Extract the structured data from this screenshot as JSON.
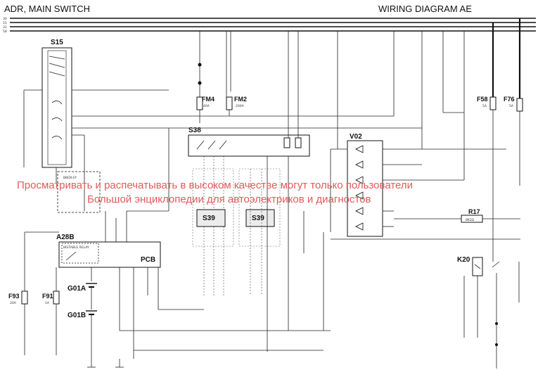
{
  "header": {
    "left_title": "ADR, MAIN SWITCH",
    "right_title": "WIRING DIAGRAM AE"
  },
  "rail_labels": [
    "30",
    "15",
    "31",
    "58"
  ],
  "components": {
    "s15": "S15",
    "fm4": "FM4",
    "fm4_rating": "40A",
    "fm2": "FM2",
    "fm2_rating": "200A",
    "s38": "S38",
    "v02": "V02",
    "f58": "F58",
    "f58_rating": "5A",
    "f76": "F76",
    "f76_rating": "5A",
    "bbox": "BBOX-EF",
    "a28b": "A28B",
    "bistable_relay": "BISTABLE RELAY",
    "pcb": "PCB",
    "s39a": "S39",
    "s39b": "S39",
    "r17": "R17",
    "r17_value": "8K2Ω",
    "k20": "K20",
    "f93": "F93",
    "f93_rating": "20A",
    "f91": "F91",
    "f91_rating": "1A",
    "g01a": "G01A",
    "g01b": "G01B"
  },
  "watermark": {
    "line1": "Просматривать и распечатывать в высоком качестве могут только пользователи",
    "line2": "Большой энциклопедии для автоэлектриков и диагностов"
  }
}
